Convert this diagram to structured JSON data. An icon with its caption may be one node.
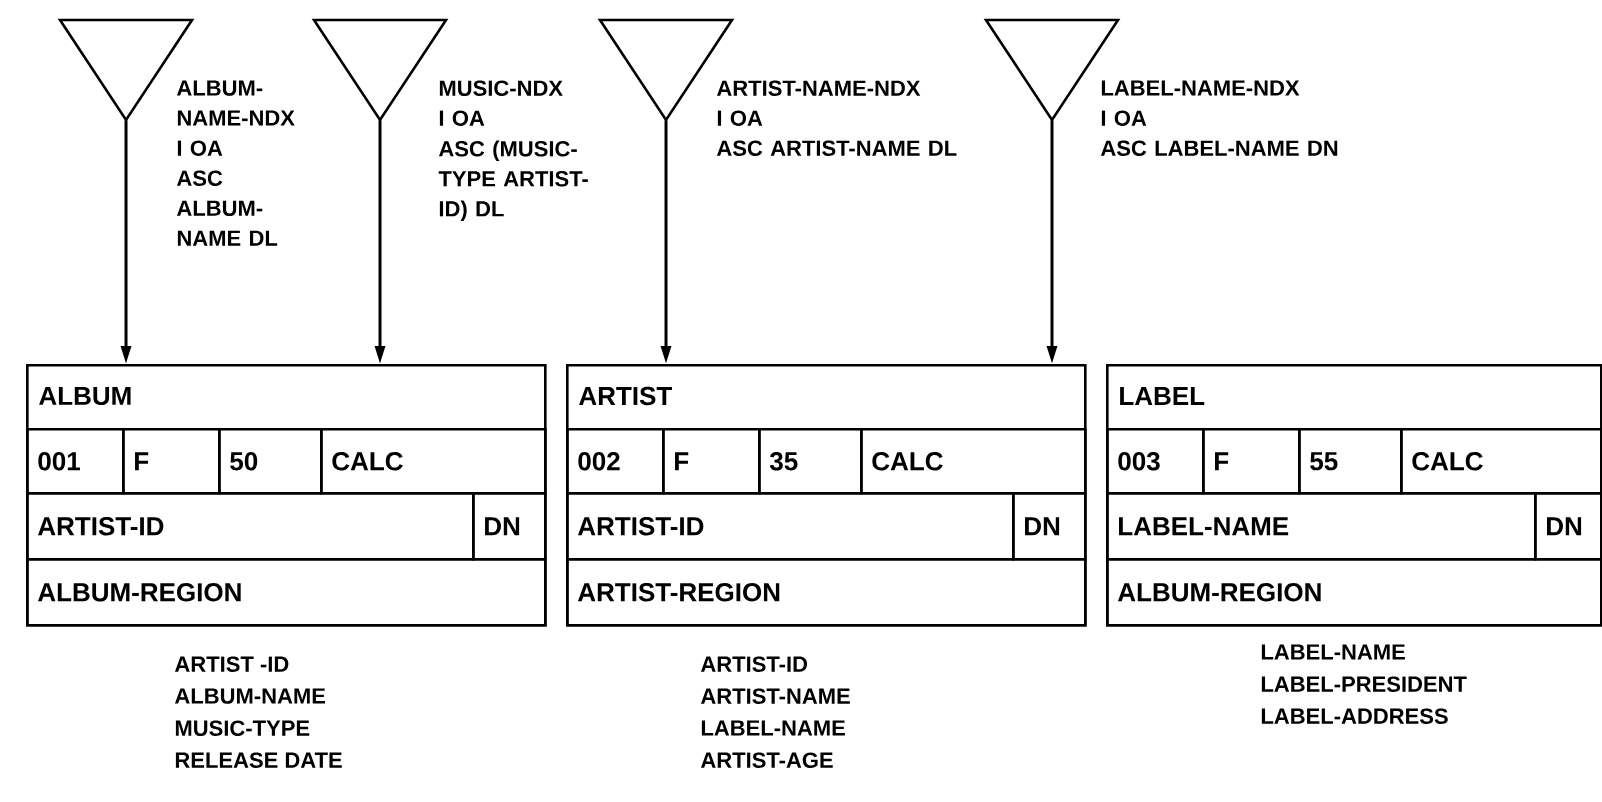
{
  "diagram": {
    "nodes": [
      {
        "text": [],
        "shape": "triangle",
        "beside": [
          "ALBUM-NAME-NDX",
          "I OA",
          "ASC ALBUM-NAME DL"
        ]
      },
      {
        "text": [],
        "shape": "triangle",
        "beside": [
          "MUSIC-NDX",
          "I OA",
          "ASC (MUSIC-TYPE ARTIST-ID) DL"
        ]
      },
      {
        "text": [],
        "shape": "triangle",
        "beside": [
          "ARTIST-NAME-NDX",
          "I OA",
          "ASC ARTIST-NAME DL"
        ]
      },
      {
        "text": [],
        "shape": "triangle",
        "beside": [
          "LABEL-NAME-NDX",
          "I OA",
          "ASC LABEL-NAME DN"
        ]
      },
      {
        "text": [
          "ALBUM"
        ],
        "beside": [
          "ARTIST -ID",
          "ALBUM-NAME",
          "MUSIC-TYPE",
          "RELEASE DATE"
        ]
      },
      {
        "text": [
          "001"
        ],
        "in": 4
      },
      {
        "text": [
          "F"
        ],
        "in": 4
      },
      {
        "text": [
          "50"
        ],
        "in": 4
      },
      {
        "text": [
          "CALC"
        ],
        "in": 4
      },
      {
        "text": [
          "ARTIST-ID"
        ],
        "in": 4
      },
      {
        "text": [
          "DN"
        ],
        "in": 4
      },
      {
        "text": [
          "ALBUM-REGION"
        ],
        "in": 4
      },
      {
        "text": [
          "ARTIST"
        ],
        "beside": [
          "ARTIST-ID",
          "ARTIST-NAME",
          "LABEL-NAME",
          "ARTIST-AGE"
        ]
      },
      {
        "text": [
          "002"
        ],
        "in": 12
      },
      {
        "text": [
          "F"
        ],
        "in": 12
      },
      {
        "text": [
          "35"
        ],
        "in": 12
      },
      {
        "text": [
          "CALC"
        ],
        "in": 12
      },
      {
        "text": [
          "ARTIST-ID"
        ],
        "in": 12
      },
      {
        "text": [
          "DN"
        ],
        "in": 12
      },
      {
        "text": [
          "ARTIST-REGION"
        ],
        "in": 12
      },
      {
        "text": [
          "LABEL"
        ],
        "beside": [
          "LABEL-NAME",
          "LABEL-PRESIDENT",
          "LABEL-ADDRESS"
        ]
      },
      {
        "text": [
          "003"
        ],
        "in": 20
      },
      {
        "text": [
          "F"
        ],
        "in": 20
      },
      {
        "text": [
          "55"
        ],
        "in": 20
      },
      {
        "text": [
          "CALC"
        ],
        "in": 20
      },
      {
        "text": [
          "LABEL-NAME"
        ],
        "in": 20
      },
      {
        "text": [
          "DN"
        ],
        "in": 20
      },
      {
        "text": [
          "ALBUM-REGION"
        ],
        "in": 20
      }
    ],
    "edges": [
      {
        "from": 0,
        "to": 4,
        "arrow": "to"
      },
      {
        "from": 1,
        "to": 4,
        "arrow": "to"
      },
      {
        "from": 2,
        "to": 12,
        "arrow": "to"
      },
      {
        "from": 3,
        "to": 12,
        "arrow": "to"
      }
    ]
  }
}
